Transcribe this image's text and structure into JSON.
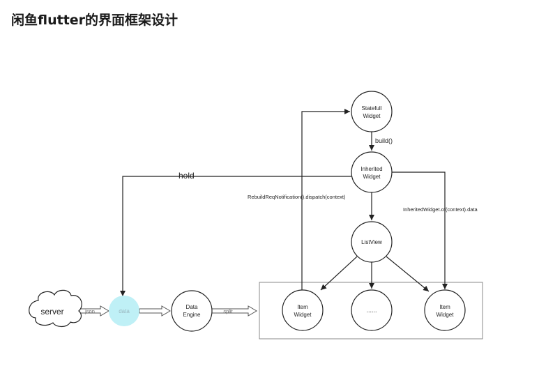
{
  "title": "闲鱼flutter的界面框架设计",
  "nodes": {
    "statefull_widget": [
      "Statefull",
      "Widget"
    ],
    "inherited_widget": [
      "Inherited",
      "Widget"
    ],
    "list_view": "ListView",
    "item_widget_left": [
      "Item",
      "Widget"
    ],
    "ellipsis_node": "......",
    "item_widget_right": [
      "Item",
      "Widget"
    ],
    "server": "server",
    "data": "data",
    "data_engine": [
      "Data",
      "Engine"
    ]
  },
  "labels": {
    "build": "build()",
    "hold": "hold",
    "rebuild": "RebuildReqNotification().dispatch(context)",
    "inherited_of": "InheritedWidget.of(context).data",
    "json": "json",
    "split": "split"
  },
  "colors": {
    "data_node_fill": "#bff0f6",
    "data_node_text": "#9ab8c0",
    "line": "#222222"
  }
}
